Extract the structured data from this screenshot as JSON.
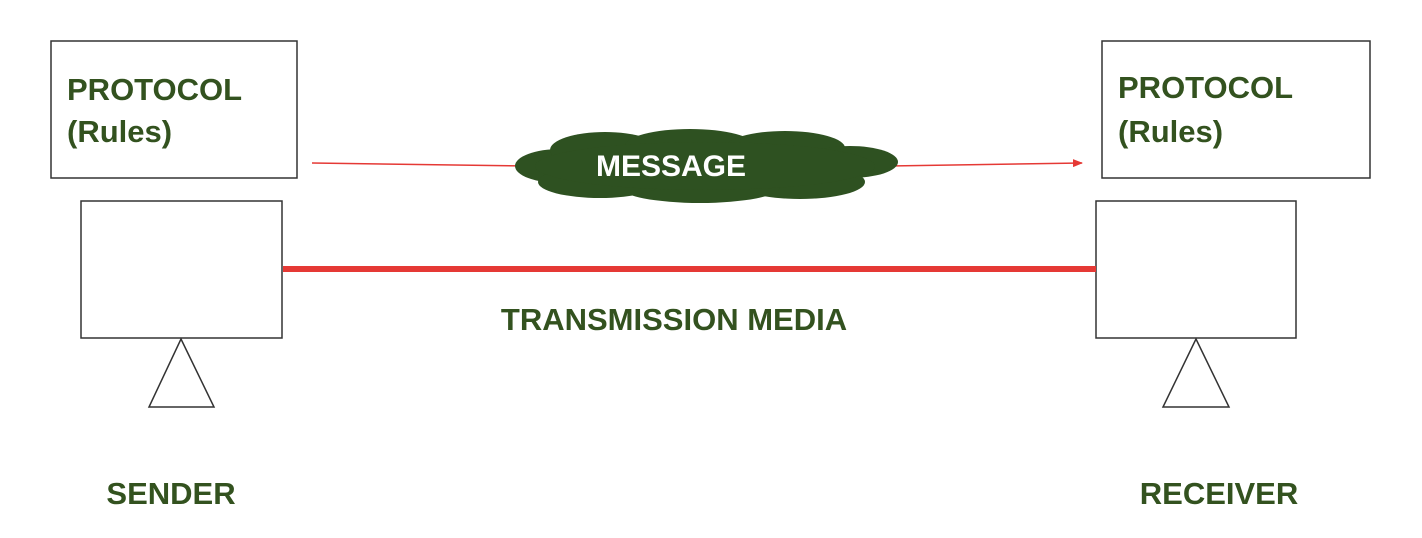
{
  "sender": {
    "protocol_title": "PROTOCOL",
    "protocol_subtitle": "(Rules)",
    "label": "SENDER"
  },
  "receiver": {
    "protocol_title": "PROTOCOL",
    "protocol_subtitle": "(Rules)",
    "label": "RECEIVER"
  },
  "message": {
    "label": "MESSAGE"
  },
  "medium": {
    "label": "TRANSMISSION MEDIA"
  },
  "colors": {
    "label_text": "#33521f",
    "cloud_fill": "#2e5121",
    "cloud_text": "#ffffff",
    "link_red": "#e53935",
    "box_stroke": "#333333"
  }
}
